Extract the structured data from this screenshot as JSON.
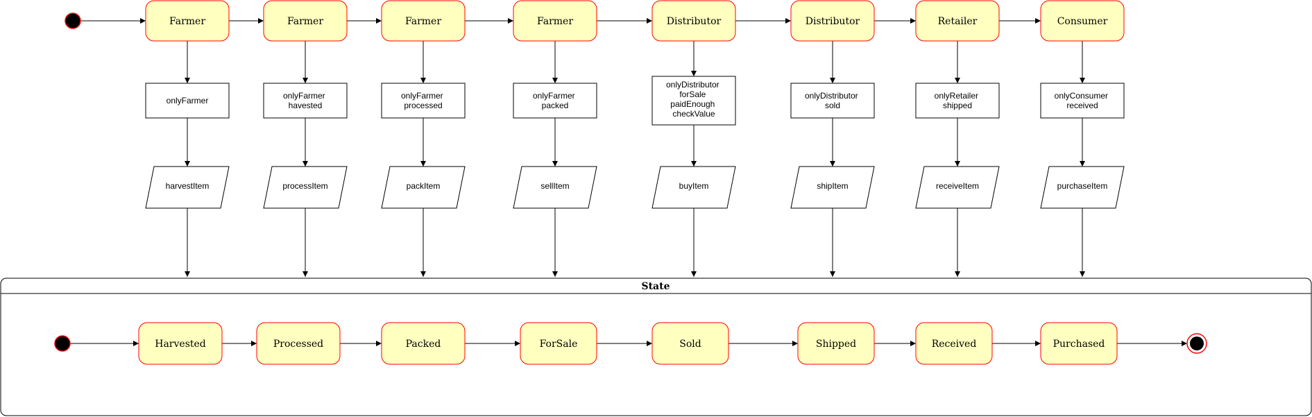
{
  "actors": [
    "Farmer",
    "Farmer",
    "Farmer",
    "Farmer",
    "Distributor",
    "Distributor",
    "Retailer",
    "Consumer"
  ],
  "guards": [
    [
      "onlyFarmer"
    ],
    [
      "onlyFarmer",
      "havested"
    ],
    [
      "onlyFarmer",
      "processed"
    ],
    [
      "onlyFarmer",
      "packed"
    ],
    [
      "onlyDistributor",
      "forSale",
      "paidEnough",
      "checkValue"
    ],
    [
      "onlyDistributor",
      "sold"
    ],
    [
      "onlyRetailer",
      "shipped"
    ],
    [
      "onlyConsumer",
      "received"
    ]
  ],
  "functions": [
    "harvestItem",
    "processItem",
    "packItem",
    "sellItem",
    "buyItem",
    "shipItem",
    "receiveItem",
    "purchaseItem"
  ],
  "state_panel": {
    "title": "State",
    "states": [
      "Harvested",
      "Processed",
      "Packed",
      "ForSale",
      "Sold",
      "Shipped",
      "Received",
      "Purchased"
    ]
  },
  "colors": {
    "node_fill": "#ffffc0",
    "node_stroke": "#ff0000",
    "edge": "#000000"
  }
}
